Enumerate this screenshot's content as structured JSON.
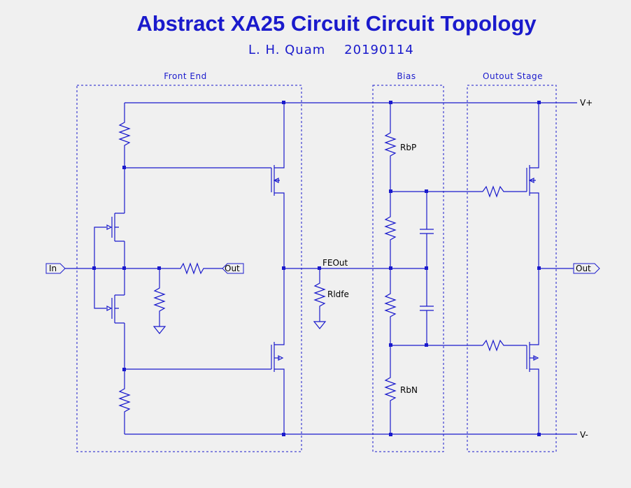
{
  "title": "Abstract XA25 Circuit Circuit Topology",
  "subtitle": "L. H. Quam    20190114",
  "blocks": {
    "front_end": "Front End",
    "bias": "Bias",
    "output_stage": "Outout Stage"
  },
  "labels": {
    "fe_out": "FEOut",
    "r_ldfe": "Rldfe",
    "r_bp": "RbP",
    "r_bn": "RbN",
    "v_plus": "V+",
    "v_minus": "V-"
  },
  "ports": {
    "in": "In",
    "fe_out_port": "Out",
    "out": "Out"
  },
  "colors": {
    "wire": "#1a1acc",
    "background": "#f0f0f0"
  }
}
